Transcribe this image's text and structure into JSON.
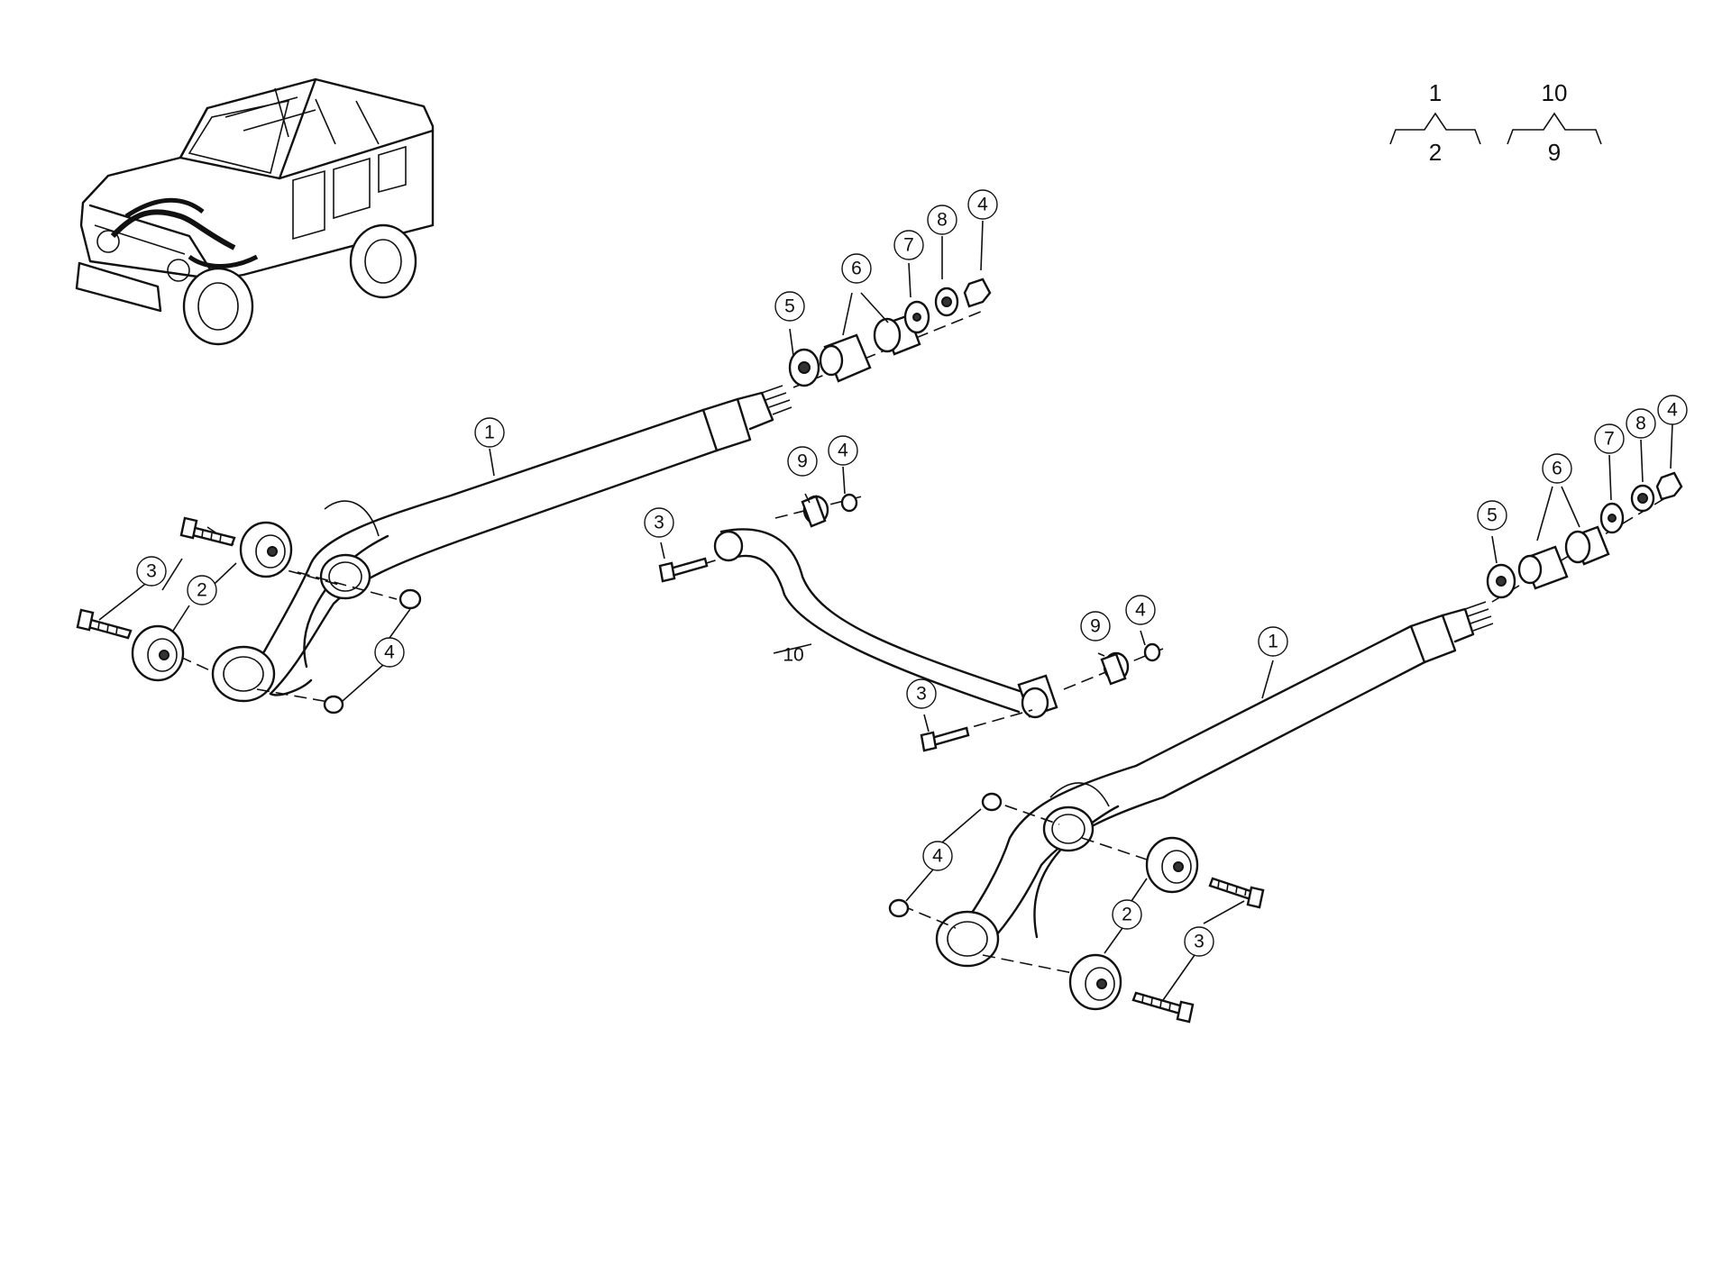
{
  "legend": [
    {
      "top": "1",
      "bottom": "2"
    },
    {
      "top": "10",
      "bottom": "9"
    }
  ],
  "callouts": {
    "c1_left": "1",
    "c2_left": "2",
    "c3_left": "3",
    "c4_left": "4",
    "c5_left": "5",
    "c6_left": "6",
    "c7_left": "7",
    "c8_left": "8",
    "c4_left_top": "4",
    "c9_mid_top": "9",
    "c4_mid_top": "4",
    "c3_mid_top": "3",
    "c10_mid": "10",
    "c3_mid_bottom": "3",
    "c9_mid_bottom": "9",
    "c4_mid_bottom": "4",
    "c1_right": "1",
    "c5_right": "5",
    "c6_right": "6",
    "c7_right": "7",
    "c8_right": "8",
    "c4_right_top": "4",
    "c4_right": "4",
    "c2_right": "2",
    "c3_right": "3"
  }
}
